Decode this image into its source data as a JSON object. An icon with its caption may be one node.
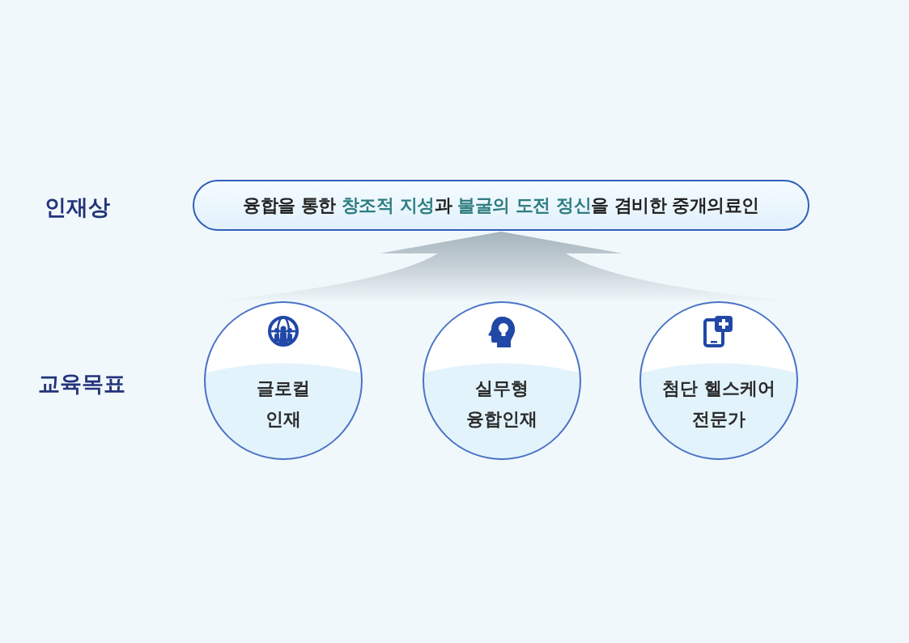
{
  "diagram": {
    "nodes": [
      {
        "text": [
          "융합을 통한 **창조적 지성**과 **불굴의 도전 정신**을 겸비한 중개의료인"
        ]
      },
      {
        "text": [
          "글로컬 인재"
        ]
      },
      {
        "text": [
          "실무형 융합인재"
        ]
      },
      {
        "text": [
          "첨단 헬스케어 전문가"
        ]
      }
    ],
    "edges": [
      {
        "from": 1,
        "to": 0,
        "arrow": "to"
      },
      {
        "from": 2,
        "to": 0,
        "arrow": "to"
      },
      {
        "from": 3,
        "to": 0,
        "arrow": "to"
      }
    ],
    "labels": [
      "인재상",
      "교육목표"
    ]
  }
}
